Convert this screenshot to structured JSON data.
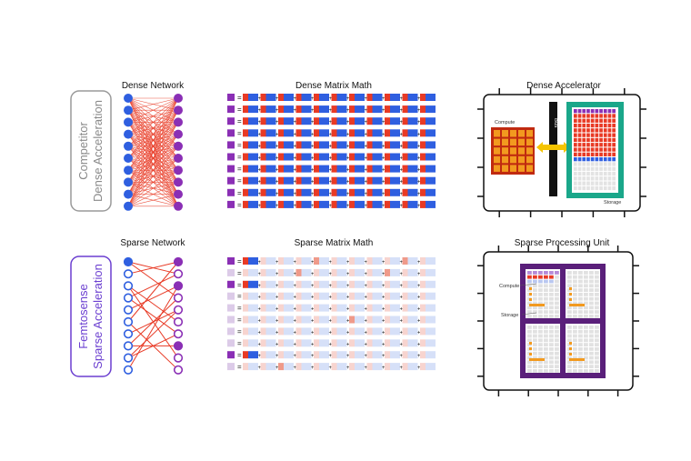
{
  "rows": {
    "top": {
      "side_label_line1": "Competitor",
      "side_label_line2": "Dense Acceleration",
      "network_title": "Dense Network",
      "matrix_title": "Dense Matrix Math",
      "hw_title": "Dense Accelerator"
    },
    "bottom": {
      "side_label_line1": "Femtosense",
      "side_label_line2": "Sparse Acceleration",
      "network_title": "Sparse Network",
      "matrix_title": "Sparse Matrix Math",
      "hw_title": "Sparse Processing Unit"
    }
  },
  "dense_accelerator": {
    "compute_label": "Compute",
    "bus_label": "Bus",
    "storage_label": "Storage"
  },
  "sparse_unit": {
    "compute_label": "Compute",
    "storage_label": "Storage"
  },
  "colors": {
    "blue": "#2f5fe0",
    "purple": "#8a2fb5",
    "red": "#e83a25",
    "femto_purple": "#6b3fd0",
    "teal": "#1aa78a",
    "orange": "#f29a1f",
    "dark_red": "#c02a10",
    "sparse_purple": "#5a1f7a"
  }
}
